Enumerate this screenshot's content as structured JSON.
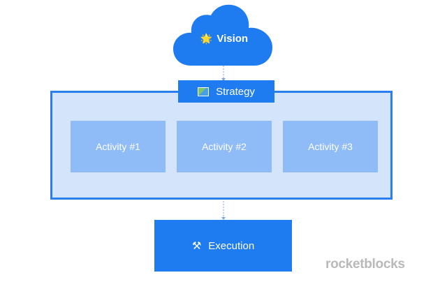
{
  "diagram": {
    "vision": {
      "label": "Vision",
      "icon": "sparkle-star-icon",
      "icon_glyph": "🌟"
    },
    "strategy": {
      "label": "Strategy",
      "icon": "map-icon"
    },
    "activities": [
      {
        "label": "Activity #1"
      },
      {
        "label": "Activity #2"
      },
      {
        "label": "Activity #3"
      }
    ],
    "execution": {
      "label": "Execution",
      "icon": "tools-icon",
      "icon_glyph": "⚒"
    },
    "colors": {
      "primary": "#1f7cf0",
      "container_fill": "#d4e4fa",
      "activity_fill": "#8fbbf7",
      "connector": "#7aa6e0"
    }
  },
  "watermark": {
    "text": "rocketblocks"
  }
}
